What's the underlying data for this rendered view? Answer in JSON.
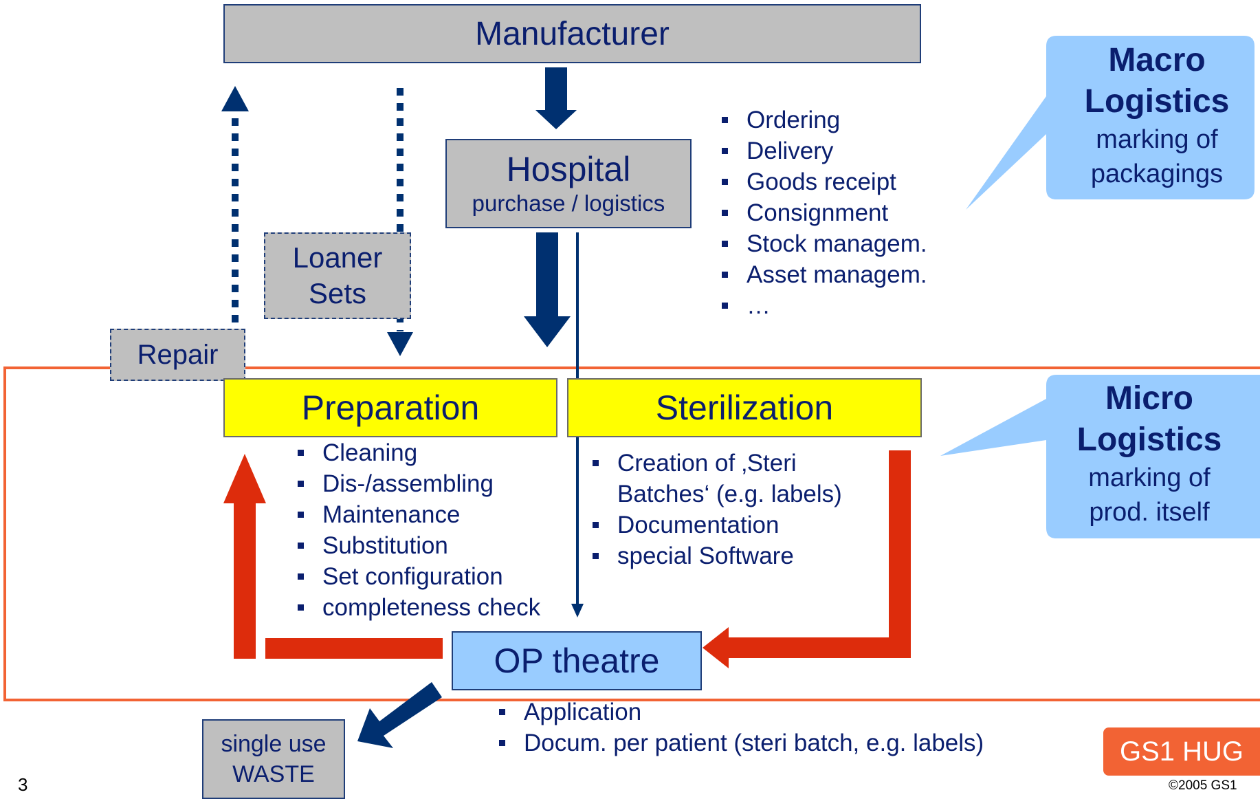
{
  "boxes": {
    "manufacturer": "Manufacturer",
    "hospital_title": "Hospital",
    "hospital_sub": "purchase / logistics",
    "loaner_line1": "Loaner",
    "loaner_line2": "Sets",
    "repair": "Repair",
    "preparation": "Preparation",
    "sterilization": "Sterilization",
    "op_theatre": "OP theatre",
    "waste_line1": "single use",
    "waste_line2": "WASTE"
  },
  "hospital_tasks": [
    "Ordering",
    "Delivery",
    "Goods receipt",
    "Consignment",
    "Stock managem.",
    "Asset managem.",
    "…"
  ],
  "preparation_tasks": [
    "Cleaning",
    "Dis-/assembling",
    "Maintenance",
    "Substitution",
    "Set configuration",
    "completeness check"
  ],
  "sterilization_tasks": {
    "item1_line1": "Creation of ‚Steri",
    "item1_line2": "Batches‘ (e.g. labels)",
    "item2": "Documentation",
    "item3": "special Software"
  },
  "op_tasks": [
    "Application",
    "Docum. per patient (steri batch, e.g. labels)"
  ],
  "callouts": {
    "macro": {
      "title1": "Macro",
      "title2": "Logistics",
      "sub1": "marking of",
      "sub2": "packagings"
    },
    "micro": {
      "title1": "Micro",
      "title2": "Logistics",
      "sub1": "marking of",
      "sub2": "prod. itself"
    }
  },
  "footer": {
    "page_number": "3",
    "brand": "GS1 HUG",
    "copyright": "©2005 GS1"
  },
  "colors": {
    "navy": "#003070",
    "red": "#dd2c0c",
    "orange_frame": "#f26334",
    "yellow": "#ffff00",
    "light_blue": "#99ccff",
    "gray": "#bfbfbf"
  }
}
